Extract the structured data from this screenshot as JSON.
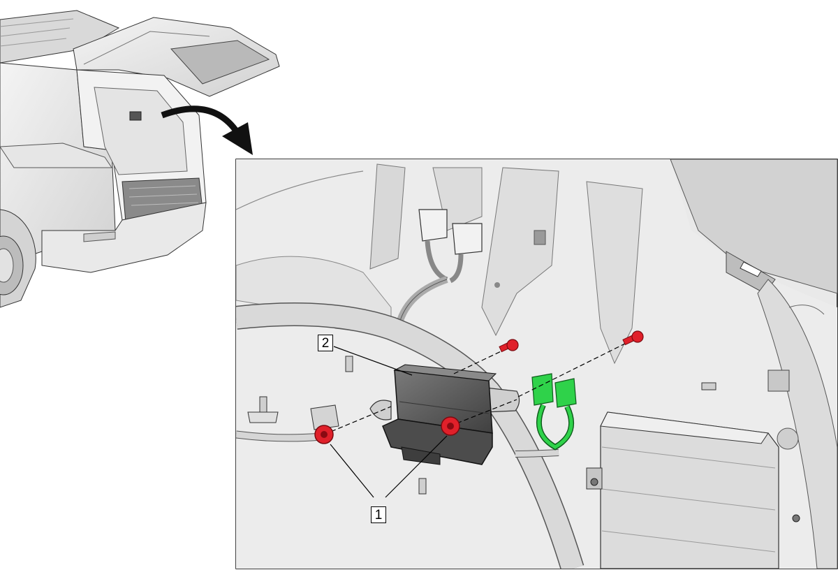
{
  "callouts": [
    {
      "number": "1",
      "part": "fasteners"
    },
    {
      "number": "2",
      "part": "module"
    }
  ],
  "colors": {
    "fastener_highlight": "#e0202a",
    "connector_highlight": "#2fd24a",
    "line_art": "#222222",
    "panel_fill": "#ececec",
    "module_fill": "#5c5c5c"
  }
}
